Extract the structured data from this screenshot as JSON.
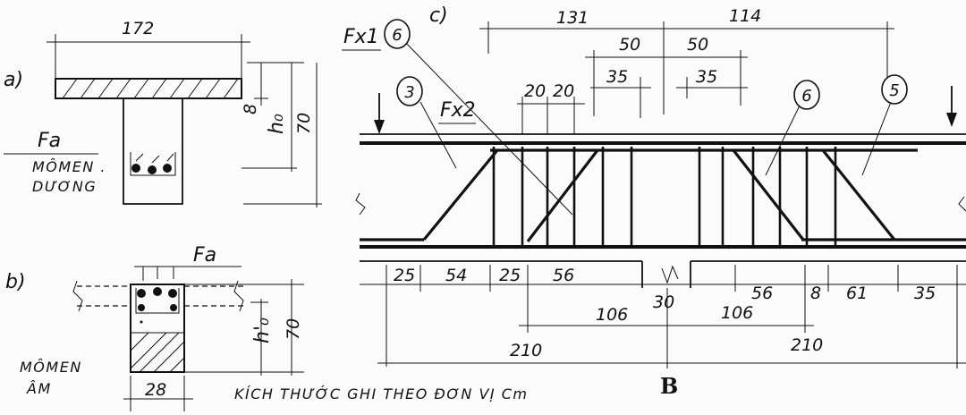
{
  "panels": {
    "a": {
      "label": "a)",
      "width_dim": "172",
      "flange_dim": "8",
      "h0_label": "h₀",
      "depth_dim": "70",
      "steel_label": "Fa",
      "moment_line1": "MÔMEN .",
      "moment_line2": "DƯƠNG"
    },
    "b": {
      "label": "b)",
      "steel_label": "Fa",
      "h0_label": "h'₀",
      "depth_dim": "70",
      "width_dim": "28",
      "moment_line1": "MÔMEN",
      "moment_line2": "ÂM"
    },
    "c": {
      "label": "c)",
      "fx1_label": "Fx1",
      "fx2_label": "Fx2",
      "top_dims": {
        "left_131": "131",
        "right_114": "114",
        "mid_50_a": "50",
        "mid_50_b": "50",
        "d35_a": "35",
        "d35_b": "35",
        "d20_a": "20",
        "d20_b": "20"
      },
      "bar_marks": {
        "m3": "3",
        "m6_top": "6",
        "m6_right": "6",
        "m5": "5"
      },
      "bottom_dims": {
        "d25_a": "25",
        "d54": "54",
        "d25_b": "25",
        "d56_a": "56",
        "d30": "30",
        "d56_b": "56",
        "d8": "8",
        "d61": "61",
        "d35": "35",
        "d106_a": "106",
        "d106_b": "106",
        "d210_a": "210",
        "d210_b": "210"
      },
      "support_label": "B"
    }
  },
  "caption": "KÍCH THƯỚC GHI THEO ĐƠN VỊ Cm"
}
